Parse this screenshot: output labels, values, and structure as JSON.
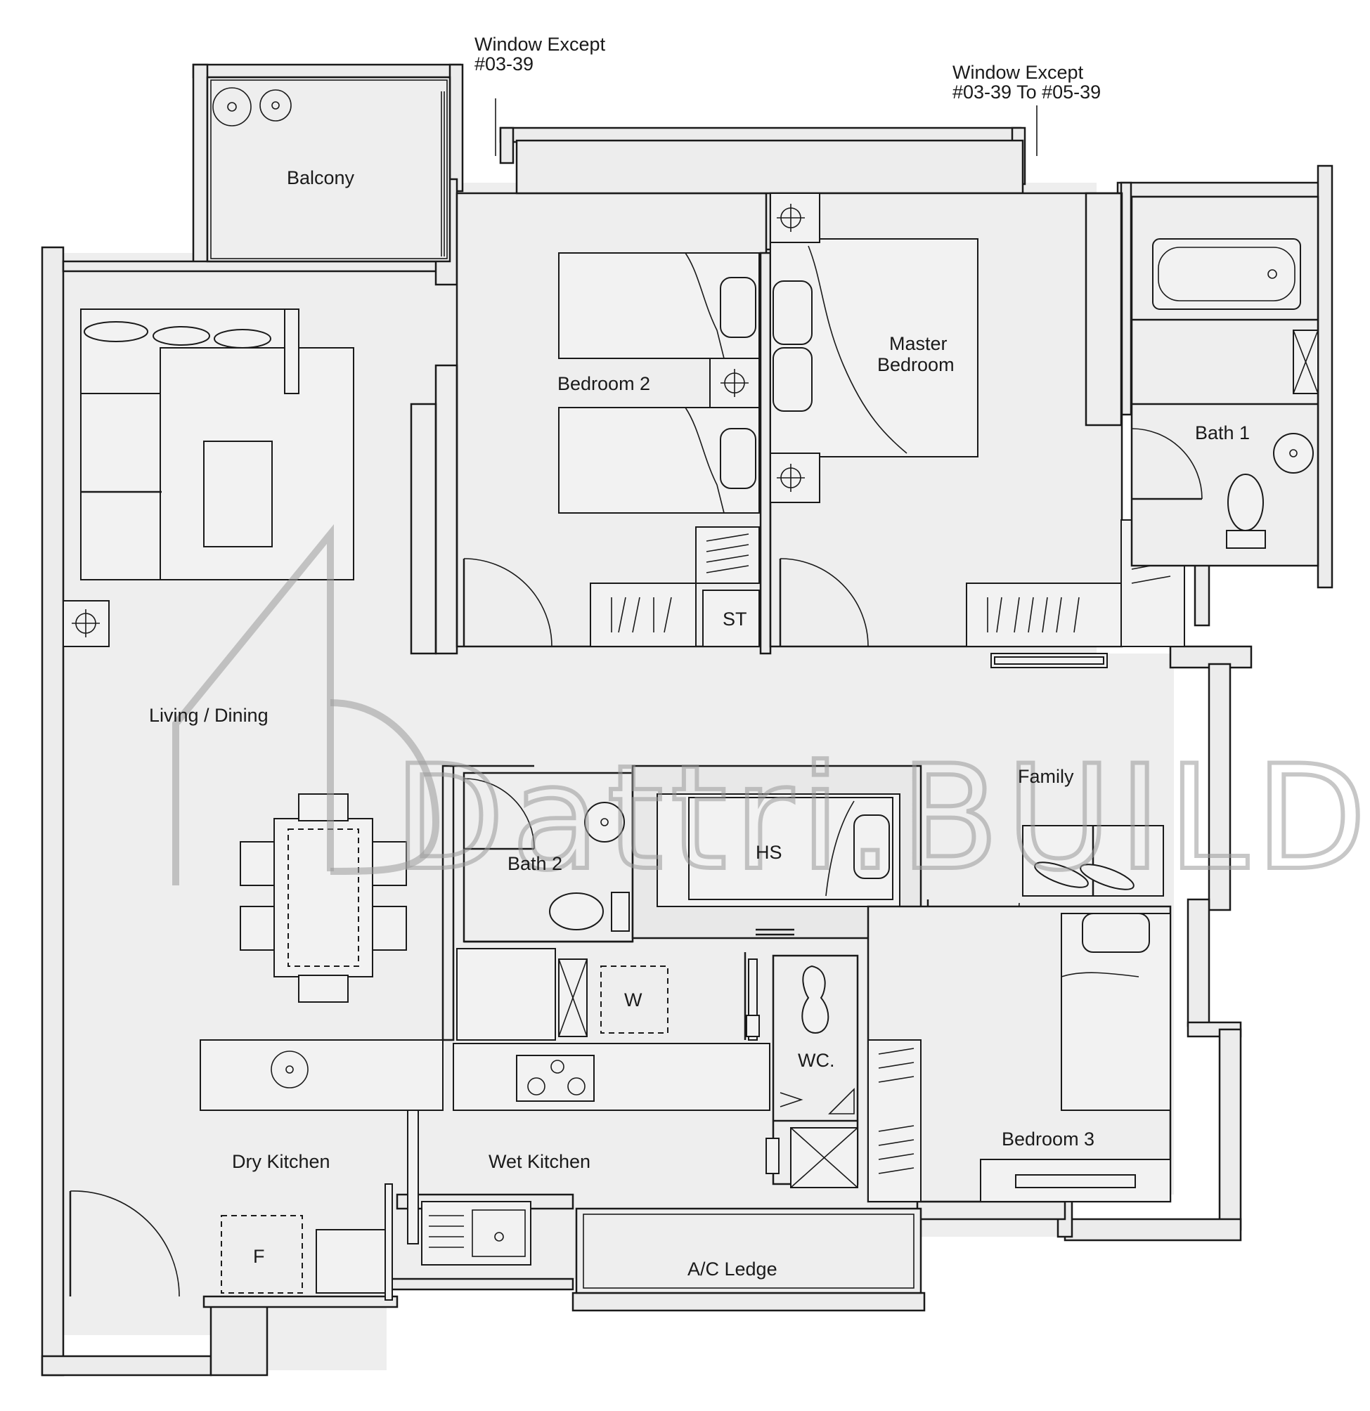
{
  "notes": {
    "window_note_1": {
      "line1": "Window Except",
      "line2": "#03-39"
    },
    "window_note_2": {
      "line1": "Window Except",
      "line2": "#03-39 To #05-39"
    }
  },
  "rooms": {
    "balcony": "Balcony",
    "bedroom_2": "Bedroom 2",
    "master_bedroom": {
      "line1": "Master",
      "line2": "Bedroom"
    },
    "bath_1": "Bath 1",
    "living_dining": "Living / Dining",
    "family": "Family",
    "bath_2": "Bath 2",
    "hs": "HS",
    "wc": "WC.",
    "bedroom_3": "Bedroom 3",
    "dry_kitchen": "Dry Kitchen",
    "wet_kitchen": "Wet Kitchen",
    "ac_ledge": "A/C Ledge"
  },
  "fixtures": {
    "store": "ST",
    "washer": "W",
    "fridge": "F"
  },
  "watermark": {
    "text": "Dattri.BUILD"
  }
}
